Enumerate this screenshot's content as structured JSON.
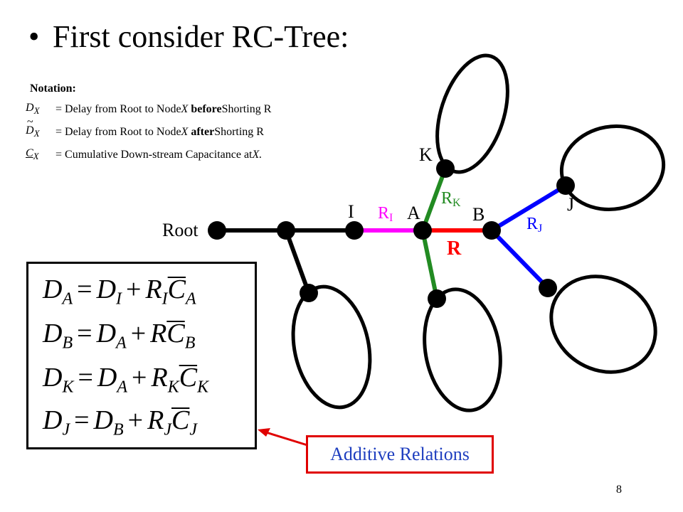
{
  "title": "First consider RC-Tree:",
  "notation": {
    "heading": "Notation:",
    "rows": [
      {
        "symbol": "D",
        "subscript": "X",
        "text_pre": "= Delay from Root to Node ",
        "var": "X",
        "bold": "before",
        "text_post": " Shorting R"
      },
      {
        "symbol": "D",
        "subscript": "X",
        "text_pre": "= Delay from Root to Node ",
        "var": "X",
        "bold": "after",
        "text_post": " Shorting R"
      },
      {
        "symbol": "C",
        "subscript": "X",
        "text_pre": "= Cumulative Down-stream Capacitance at ",
        "var": "X.",
        "bold": "",
        "text_post": ""
      }
    ]
  },
  "node_labels": {
    "root": "Root",
    "i": "I",
    "a": "A",
    "b": "B",
    "k": "K",
    "j": "J"
  },
  "edge_labels": {
    "ri": "R",
    "ri_sub": "I",
    "rk": "R",
    "rk_sub": "K",
    "rj": "R",
    "rj_sub": "J",
    "r": "R"
  },
  "colors": {
    "tree": "#000000",
    "ri": "#ff00ff",
    "rk": "#228b22",
    "r": "#ff0000",
    "rj": "#0000ff",
    "callout": "#e00000",
    "callout_text": "#1f3fbf"
  },
  "equations": [
    {
      "lhs": "D",
      "lhs_sub": "A",
      "t1": "D",
      "t1_sub": "I",
      "r": "R",
      "r_sub": "I",
      "c": "C",
      "c_sub": "A"
    },
    {
      "lhs": "D",
      "lhs_sub": "B",
      "t1": "D",
      "t1_sub": "A",
      "r": "R",
      "r_sub": "",
      "c": "C",
      "c_sub": "B"
    },
    {
      "lhs": "D",
      "lhs_sub": "K",
      "t1": "D",
      "t1_sub": "A",
      "r": "R",
      "r_sub": "K",
      "c": "C",
      "c_sub": "K"
    },
    {
      "lhs": "D",
      "lhs_sub": "J",
      "t1": "D",
      "t1_sub": "B",
      "r": "R",
      "r_sub": "J",
      "c": "C",
      "c_sub": "J"
    }
  ],
  "callout": "Additive Relations",
  "page_number": "8"
}
